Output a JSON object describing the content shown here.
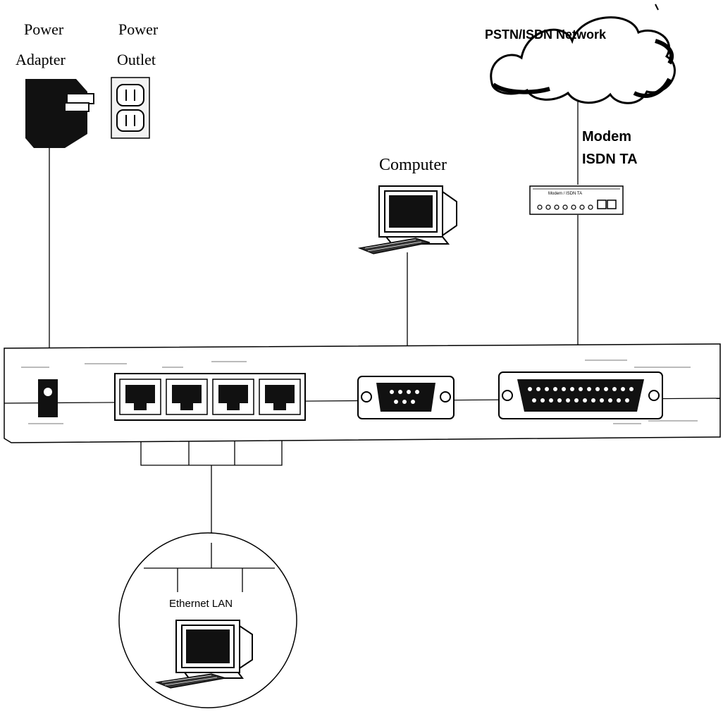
{
  "labels": {
    "power_adapter_line1": "Power",
    "power_adapter_line2": "Adapter",
    "power_outlet_line1": "Power",
    "power_outlet_line2": "Outlet",
    "network": "PSTN/ISDN Network",
    "modem_line1": "Modem",
    "modem_line2": "ISDN TA",
    "modem_device_label": "Modem / ISDN TA",
    "computer": "Computer",
    "ethernet_lan": "Ethernet LAN"
  },
  "router": {
    "ethernet_port_count": 4,
    "serial_port": "DB-9",
    "parallel_port": "DB-25"
  },
  "colors": {
    "line": "#000000",
    "background": "#ffffff",
    "device_shade": "#e6e6e6"
  }
}
